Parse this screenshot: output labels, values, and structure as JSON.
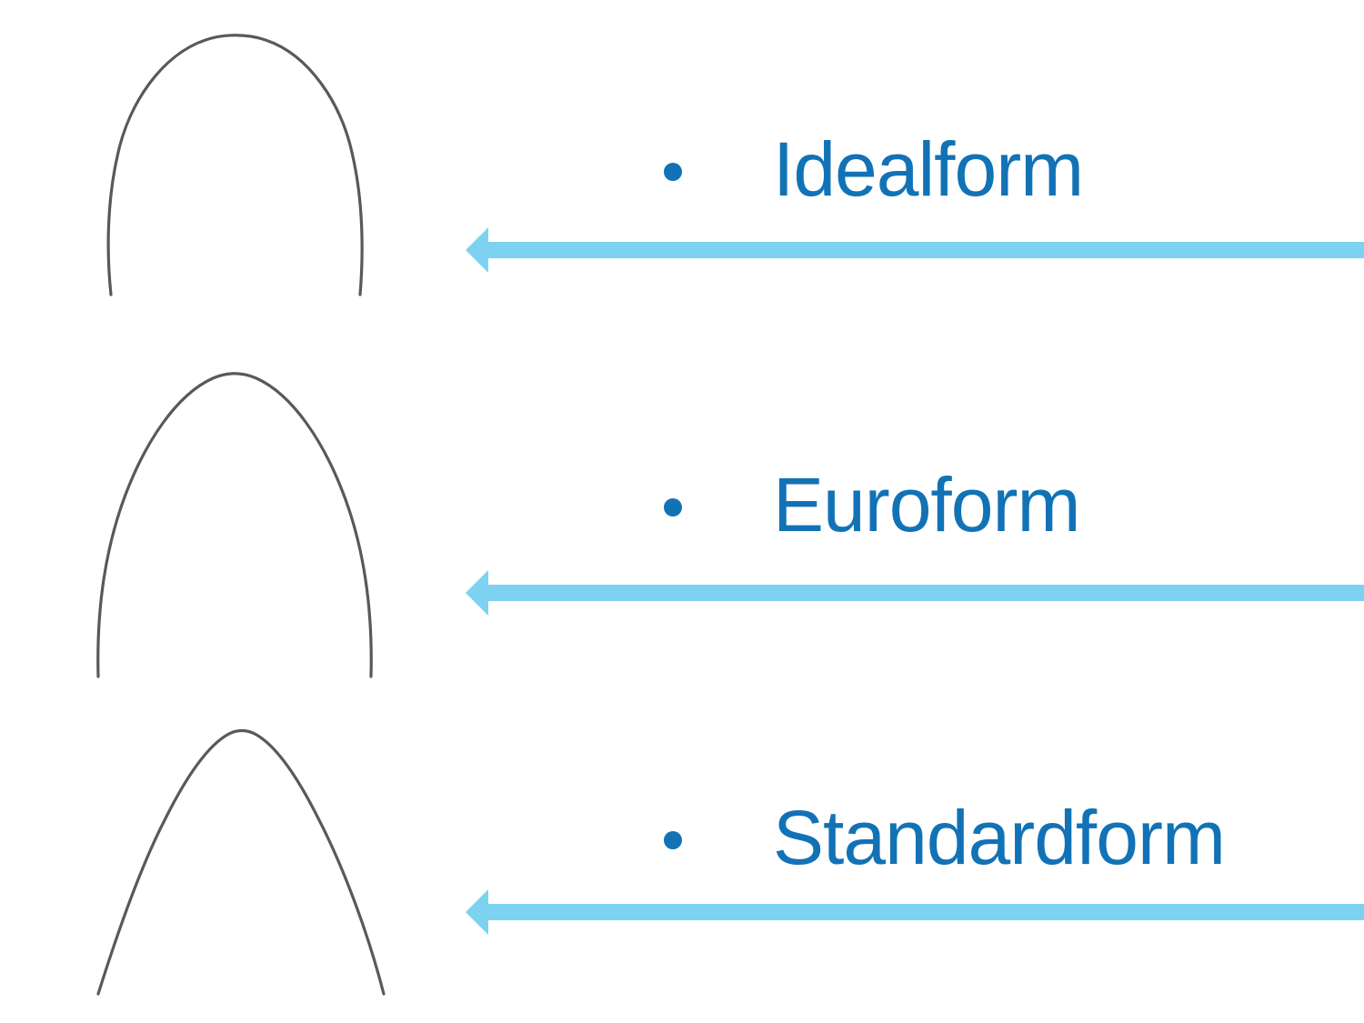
{
  "slide_background": "#ffffff",
  "colors": {
    "label_text": "#1272b6",
    "bullet": "#1272b6",
    "arrow": "#7dd2f2",
    "archwire": "#56595d"
  },
  "items": [
    {
      "label": "Idealform",
      "arch_icon": "idealform-archwire",
      "arrow_icon": "left-arrow"
    },
    {
      "label": "Euroform",
      "arch_icon": "euroform-archwire",
      "arrow_icon": "left-arrow"
    },
    {
      "label": "Standardform",
      "arch_icon": "standardform-archwire",
      "arrow_icon": "left-arrow"
    }
  ]
}
